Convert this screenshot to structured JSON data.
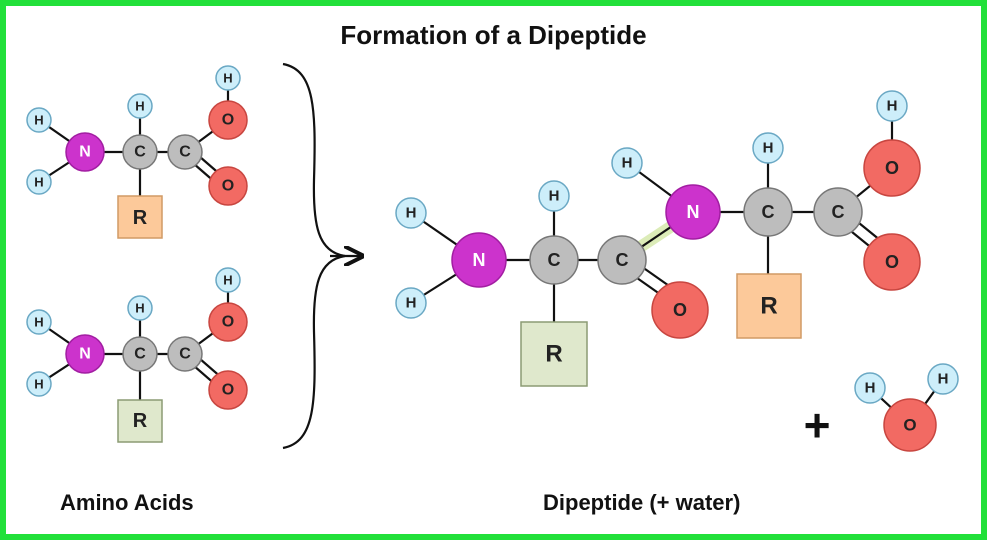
{
  "title": "Formation of a Dipeptide",
  "labels": {
    "left": "Amino Acids",
    "right": "Dipeptide (+ water)",
    "plus": "+"
  },
  "atoms": {
    "H": "H",
    "N": "N",
    "C": "C",
    "O": "O",
    "R": "R"
  },
  "colors": {
    "border": "#22e03a",
    "hydrogen": "#cdeefa",
    "nitrogen": "#cc33cc",
    "carbon": "#bdbdbd",
    "oxygen": "#f26a63",
    "r_orange": "#fcc99a",
    "r_green": "#dfe8cc",
    "peptide_bond_highlight": "#dcecb8"
  }
}
